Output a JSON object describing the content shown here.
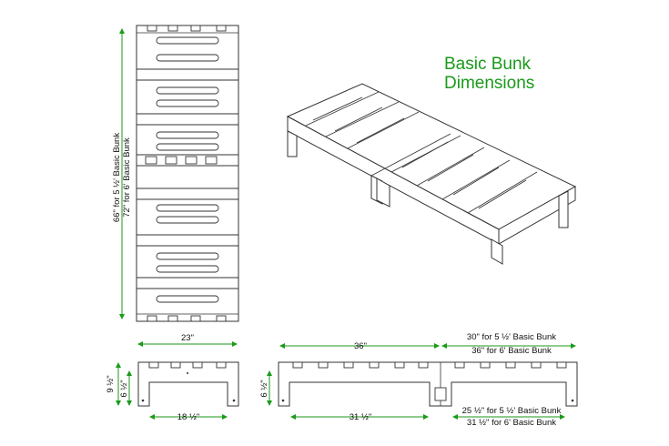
{
  "title": {
    "line1": "Basic Bunk",
    "line2": "Dimensions"
  },
  "colors": {
    "dimension": "#1a9a1a",
    "outline": "#333333",
    "text": "#111111"
  },
  "top_view": {
    "length_label_1": "66\" for 5 ½' Basic Bunk",
    "length_label_2": "72\" for 6' Basic Bunk",
    "width_label": "23\""
  },
  "end_view": {
    "height_outer": "9 ½\"",
    "height_inner": "6 ½\"",
    "inner_width": "18 ½\""
  },
  "side_view": {
    "height": "6 ½\"",
    "section_length": "36\"",
    "extension_line1": "30\" for 5 ½' Basic Bunk",
    "extension_line2": "36\" for 6' Basic Bunk",
    "inner_length": "31 ½\"",
    "extension_inner_line1": "25 ½\" for 5 ½' Basic Bunk",
    "extension_inner_line2": "31 ½\" for 6' Basic Bunk"
  }
}
